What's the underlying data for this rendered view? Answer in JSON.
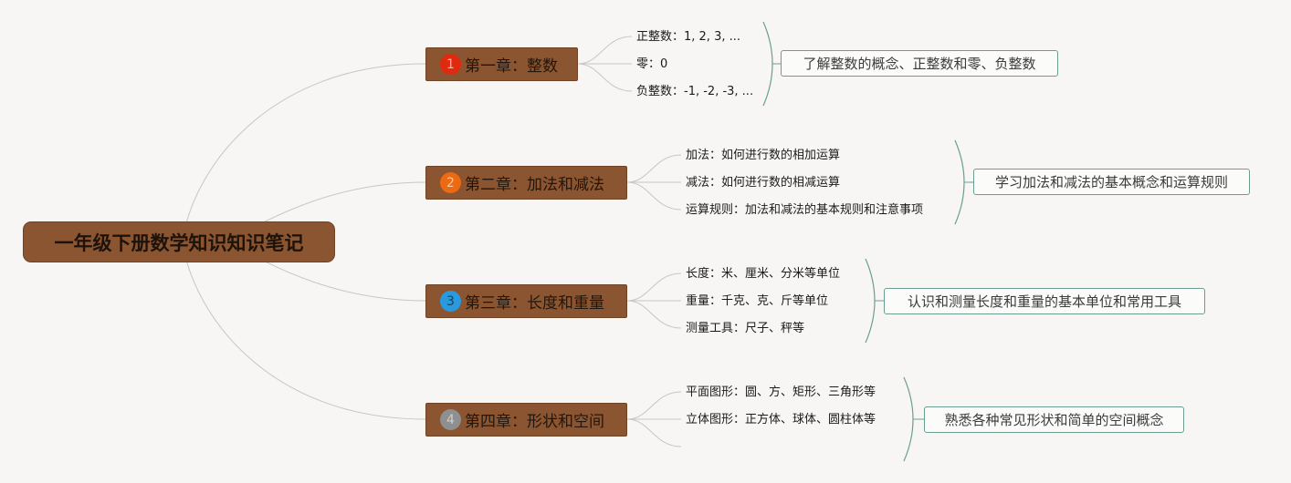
{
  "root": {
    "label": "一年级下册数学知识知识笔记"
  },
  "colors": {
    "node_fill": "#8a5530",
    "brace": "#6b9e92",
    "connector": "#c9c6c2"
  },
  "chapters": [
    {
      "number": "1",
      "badge_color": "#e02a10",
      "label": "第一章：整数",
      "details": [
        "正整数：1, 2, 3, ...",
        "零：0",
        "负整数：-1, -2, -3, ..."
      ],
      "summary": "了解整数的概念、正整数和零、负整数"
    },
    {
      "number": "2",
      "badge_color": "#ec6b12",
      "label": "第二章：加法和减法",
      "details": [
        "加法：如何进行数的相加运算",
        "减法：如何进行数的相减运算",
        "运算规则：加法和减法的基本规则和注意事项"
      ],
      "summary": "学习加法和减法的基本概念和运算规则"
    },
    {
      "number": "3",
      "badge_color": "#2a9adf",
      "label": "第三章：长度和重量",
      "details": [
        "长度：米、厘米、分米等单位",
        "重量：千克、克、斤等单位",
        "测量工具：尺子、秤等"
      ],
      "summary": "认识和测量长度和重量的基本单位和常用工具"
    },
    {
      "number": "4",
      "badge_color": "#8f8f8f",
      "label": "第四章：形状和空间",
      "details": [
        "平面图形：圆、方、矩形、三角形等",
        "立体图形：正方体、球体、圆柱体等",
        ""
      ],
      "summary": "熟悉各种常见形状和简单的空间概念"
    }
  ]
}
